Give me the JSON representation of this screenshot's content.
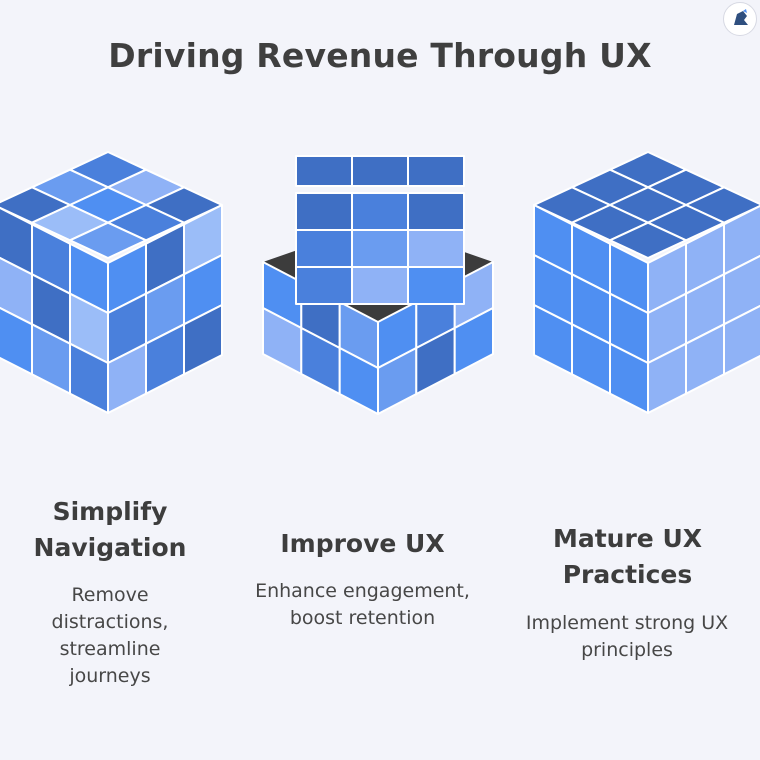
{
  "title": "Driving Revenue Through UX",
  "logo": {
    "icon": "brand-logo-icon"
  },
  "colors": {
    "background": "#f3f4fa",
    "cube_shades": [
      "#3f6fc4",
      "#4a80dc",
      "#4f8ff2",
      "#6a9cf0",
      "#8fb2f6",
      "#9bbdf8"
    ],
    "cavity": "#3c3c3c",
    "text": "#3d3d3d"
  },
  "steps": [
    {
      "title": "Simplify Navigation",
      "description": "Remove distractions, streamline journeys",
      "cube": "solid-rubiks-cube"
    },
    {
      "title": "Improve UX",
      "description": "Enhance engagement, boost retention",
      "cube": "opened-rubiks-cube"
    },
    {
      "title": "Mature UX Practices",
      "description": "Implement strong UX principles",
      "cube": "uniform-rubiks-cube"
    }
  ]
}
